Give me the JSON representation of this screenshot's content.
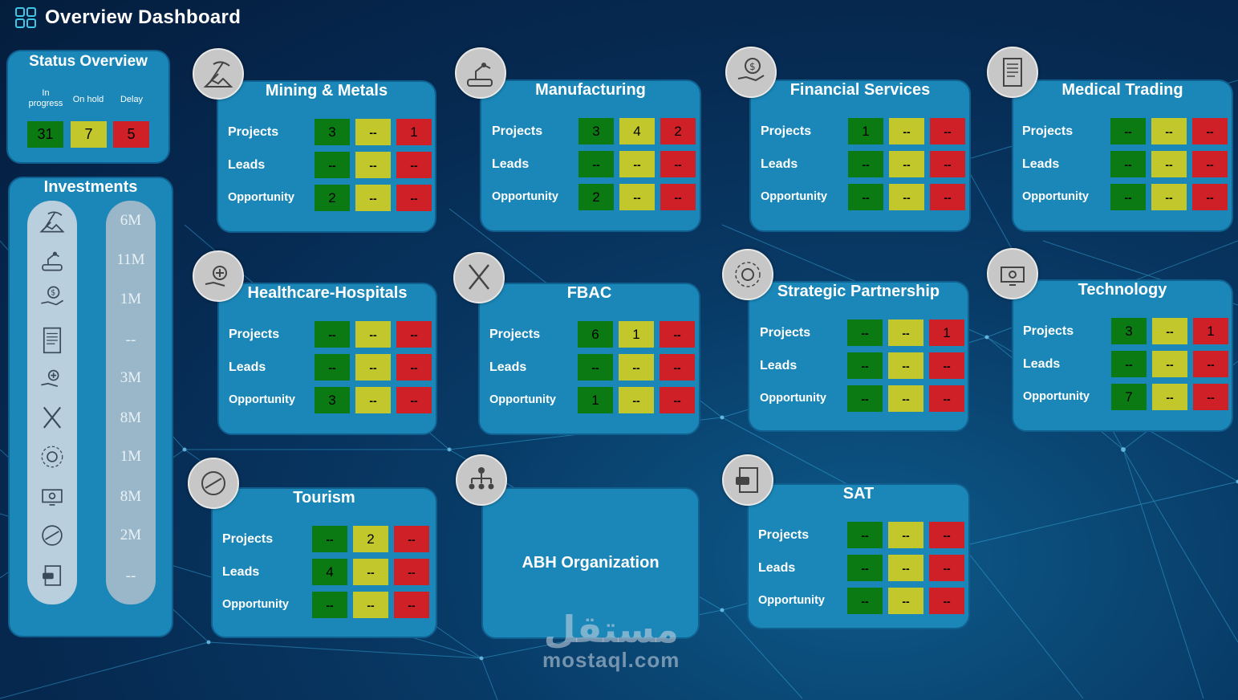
{
  "header": {
    "title": "Overview Dashboard"
  },
  "status": {
    "title": "Status Overview",
    "labels": [
      "In progress",
      "On hold",
      "Delay"
    ],
    "values": [
      "31",
      "7",
      "5"
    ]
  },
  "investments": {
    "title": "Investments",
    "values": [
      "6M",
      "11M",
      "1M",
      "--",
      "3M",
      "8M",
      "1M",
      "8M",
      "2M",
      "--"
    ]
  },
  "row_labels": {
    "projects": "Projects",
    "leads": "Leads",
    "opportunity": "Opportunity"
  },
  "cards": {
    "mining": {
      "title": "Mining & Metals",
      "projects": [
        "3",
        "--",
        "1"
      ],
      "leads": [
        "--",
        "--",
        "--"
      ],
      "opportunity": [
        "2",
        "--",
        "--"
      ]
    },
    "manufacturing": {
      "title": "Manufacturing",
      "projects": [
        "3",
        "4",
        "2"
      ],
      "leads": [
        "--",
        "--",
        "--"
      ],
      "opportunity": [
        "2",
        "--",
        "--"
      ]
    },
    "financial": {
      "title": "Financial Services",
      "projects": [
        "1",
        "--",
        "--"
      ],
      "leads": [
        "--",
        "--",
        "--"
      ],
      "opportunity": [
        "--",
        "--",
        "--"
      ]
    },
    "medical": {
      "title": "Medical Trading",
      "projects": [
        "--",
        "--",
        "--"
      ],
      "leads": [
        "--",
        "--",
        "--"
      ],
      "opportunity": [
        "--",
        "--",
        "--"
      ]
    },
    "healthcare": {
      "title": "Healthcare-Hospitals",
      "projects": [
        "--",
        "--",
        "--"
      ],
      "leads": [
        "--",
        "--",
        "--"
      ],
      "opportunity": [
        "3",
        "--",
        "--"
      ]
    },
    "fbac": {
      "title": "FBAC",
      "projects": [
        "6",
        "1",
        "--"
      ],
      "leads": [
        "--",
        "--",
        "--"
      ],
      "opportunity": [
        "1",
        "--",
        "--"
      ]
    },
    "strategic": {
      "title": "Strategic Partnership",
      "projects": [
        "--",
        "--",
        "1"
      ],
      "leads": [
        "--",
        "--",
        "--"
      ],
      "opportunity": [
        "--",
        "--",
        "--"
      ]
    },
    "technology": {
      "title": "Technology",
      "projects": [
        "3",
        "--",
        "1"
      ],
      "leads": [
        "--",
        "--",
        "--"
      ],
      "opportunity": [
        "7",
        "--",
        "--"
      ]
    },
    "tourism": {
      "title": "Tourism",
      "projects": [
        "--",
        "2",
        "--"
      ],
      "leads": [
        "4",
        "--",
        "--"
      ],
      "opportunity": [
        "--",
        "--",
        "--"
      ]
    },
    "sat": {
      "title": "SAT",
      "projects": [
        "--",
        "--",
        "--"
      ],
      "leads": [
        "--",
        "--",
        "--"
      ],
      "opportunity": [
        "--",
        "--",
        "--"
      ]
    }
  },
  "abh": {
    "title": "ABH Organization"
  },
  "watermark": {
    "arabic": "مستقل",
    "latin": "mostaql.com"
  },
  "colors": {
    "green": "#0c7a12",
    "yellow": "#c2c82b",
    "red": "#cf2027",
    "panel": "#1b87b8"
  }
}
